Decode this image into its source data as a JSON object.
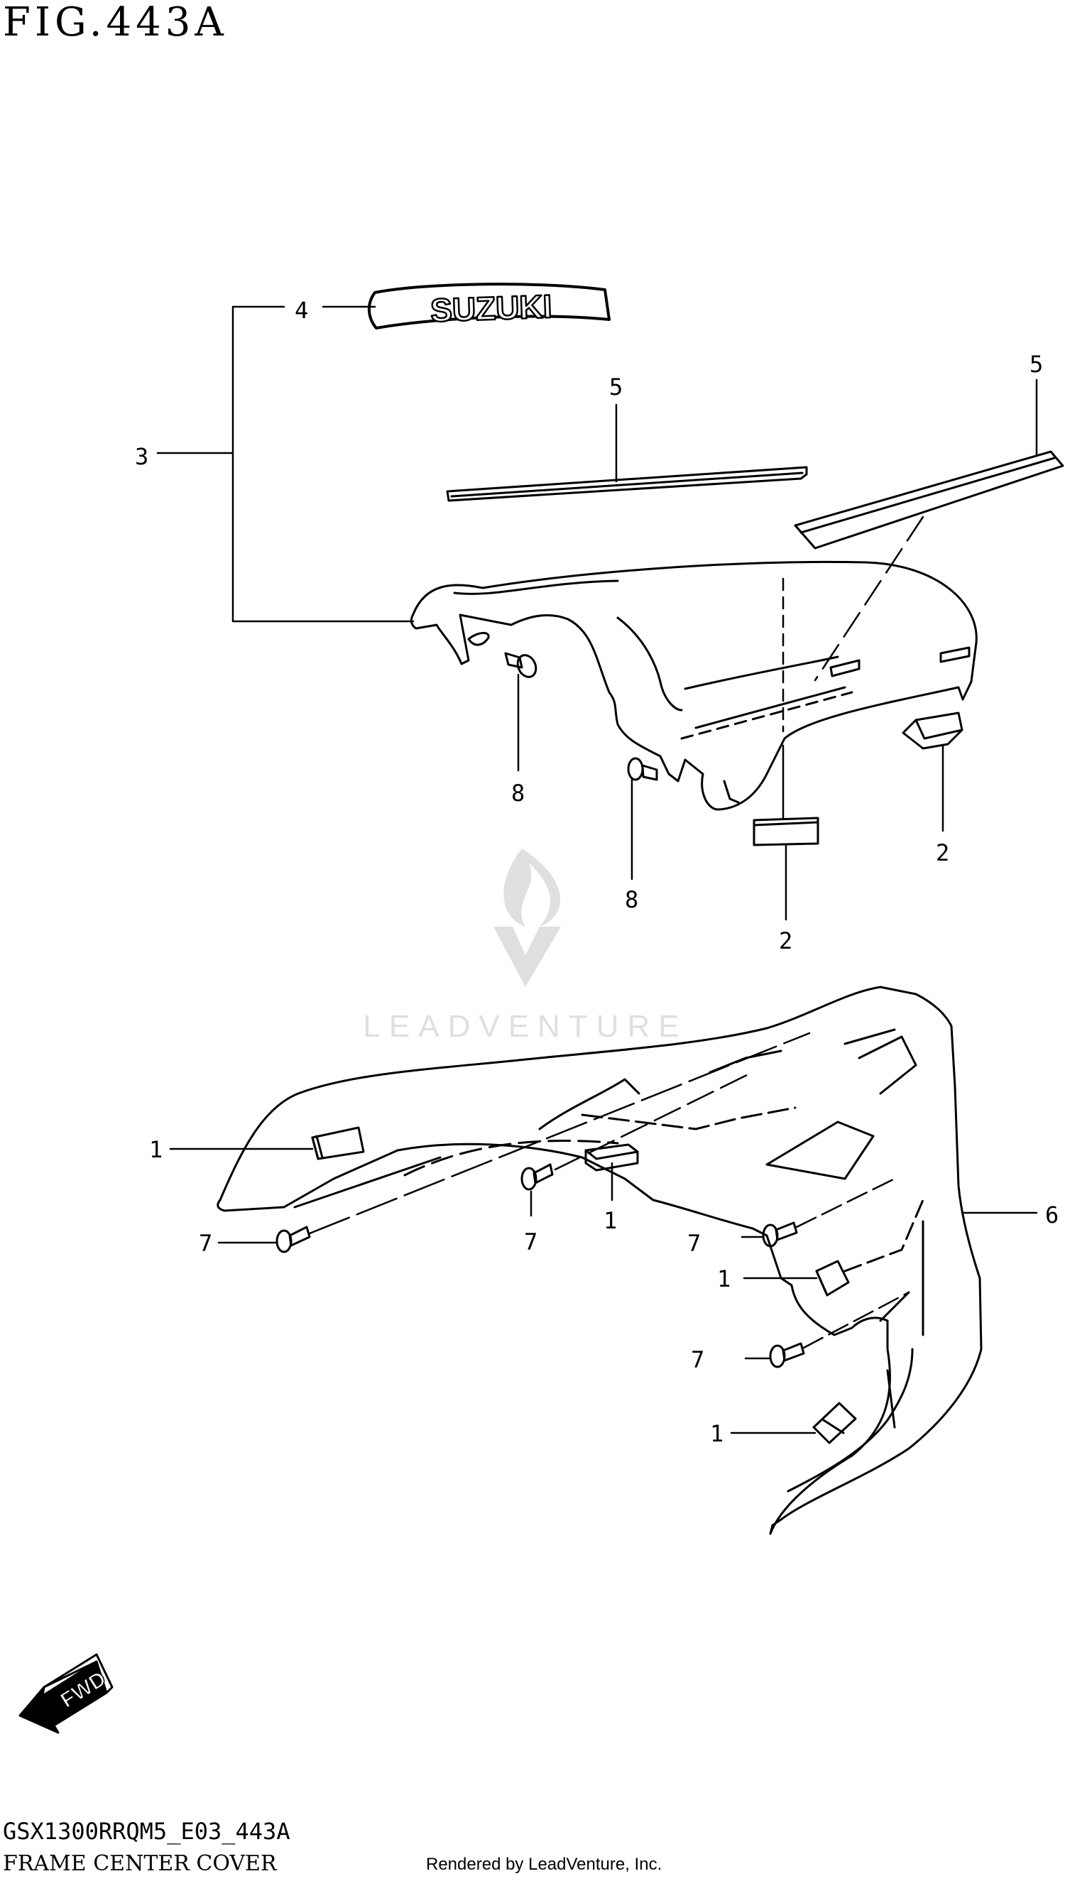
{
  "figure": {
    "title": "FIG.443A",
    "code": "GSX1300RRQM5_E03_443A",
    "name": "FRAME CENTER COVER",
    "credit": "Rendered by LeadVenture, Inc.",
    "watermark": "LEADVENTURE",
    "emblem_text": "SUZUKI",
    "direction_label": "FWD"
  },
  "callouts": [
    {
      "id": "c4",
      "label": "4"
    },
    {
      "id": "c3",
      "label": "3"
    },
    {
      "id": "c5a",
      "label": "5"
    },
    {
      "id": "c5b",
      "label": "5"
    },
    {
      "id": "c8a",
      "label": "8"
    },
    {
      "id": "c8b",
      "label": "8"
    },
    {
      "id": "c2a",
      "label": "2"
    },
    {
      "id": "c2b",
      "label": "2"
    },
    {
      "id": "c1a",
      "label": "1"
    },
    {
      "id": "c1b",
      "label": "1"
    },
    {
      "id": "c1c",
      "label": "1"
    },
    {
      "id": "c1d",
      "label": "1"
    },
    {
      "id": "c7a",
      "label": "7"
    },
    {
      "id": "c7b",
      "label": "7"
    },
    {
      "id": "c7c",
      "label": "7"
    },
    {
      "id": "c7d",
      "label": "7"
    },
    {
      "id": "c6",
      "label": "6"
    }
  ]
}
